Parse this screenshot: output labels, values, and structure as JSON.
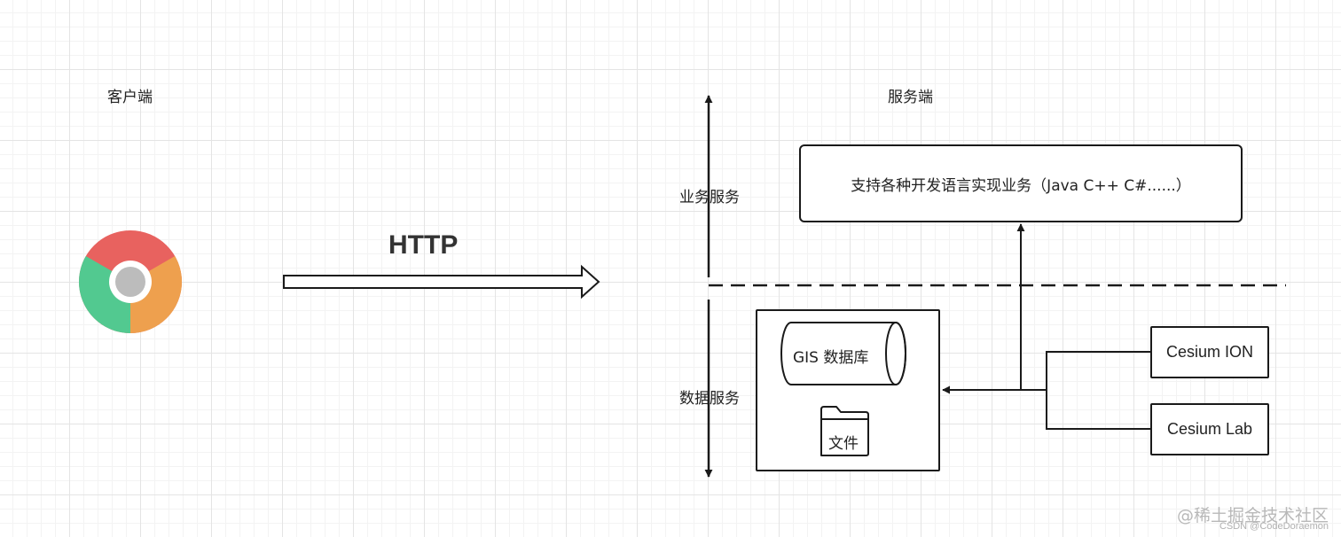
{
  "labels": {
    "client": "客户端",
    "server": "服务端",
    "http": "HTTP",
    "business_service": "业务服务",
    "data_service": "数据服务"
  },
  "business_box": {
    "text": "支持各种开发语言实现业务（Java C++ C#......）"
  },
  "data_box": {
    "database": "GIS 数据库",
    "file": "文件"
  },
  "sources": {
    "cesium_ion": "Cesium ION",
    "cesium_lab": "Cesium Lab"
  },
  "watermark": {
    "line1": "@稀土掘金技术社区",
    "line2": "CSDN @CodeDoraemon"
  },
  "icons": {
    "browser": "chrome-icon",
    "database": "database-cylinder-icon",
    "file": "folder-icon"
  },
  "colors": {
    "chrome_red": "#e8625f",
    "chrome_green": "#52c990",
    "chrome_orange": "#eea04e",
    "chrome_center": "#bcbcbc",
    "line": "#1a1a1a"
  }
}
